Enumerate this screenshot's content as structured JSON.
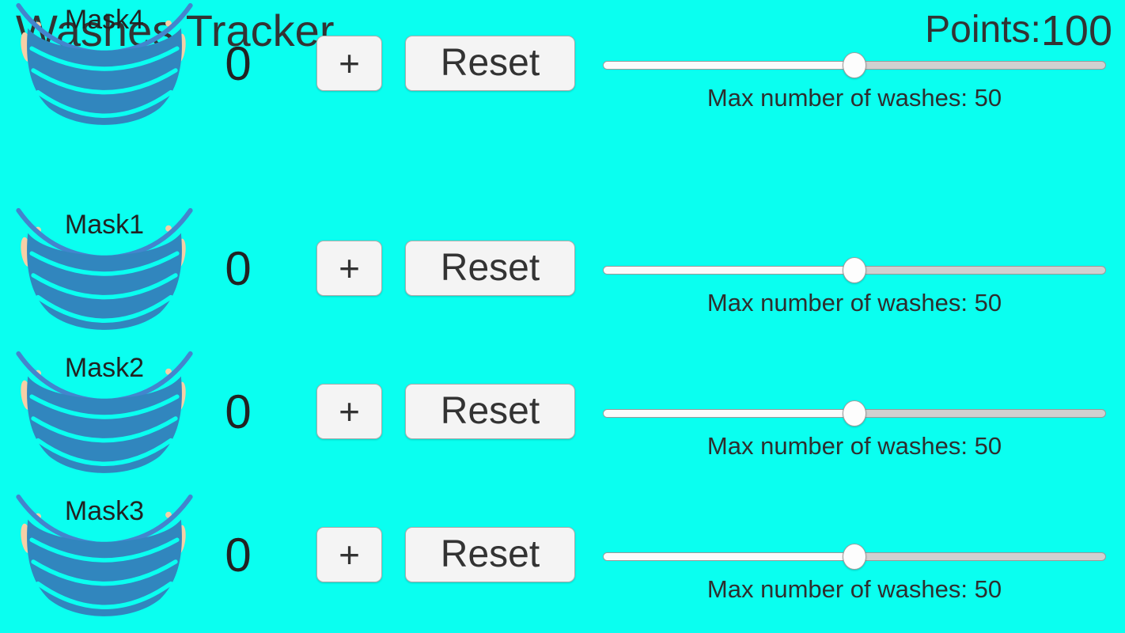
{
  "header": {
    "title": "Washes Tracker",
    "points_label": "Points:",
    "points_value": "100"
  },
  "rows": [
    {
      "mask_label": "Mask1",
      "count": "0",
      "plus_label": "+",
      "reset_label": "Reset",
      "max_label": "Max number of washes: 50",
      "slider": {
        "value": 50,
        "min": 0,
        "max": 100
      }
    },
    {
      "mask_label": "Mask2",
      "count": "0",
      "plus_label": "+",
      "reset_label": "Reset",
      "max_label": "Max number of washes: 50",
      "slider": {
        "value": 50,
        "min": 0,
        "max": 100
      }
    },
    {
      "mask_label": "Mask3",
      "count": "0",
      "plus_label": "+",
      "reset_label": "Reset",
      "max_label": "Max number of washes: 50",
      "slider": {
        "value": 50,
        "min": 0,
        "max": 100
      }
    },
    {
      "mask_label": "Mask4",
      "count": "0",
      "plus_label": "+",
      "reset_label": "Reset",
      "max_label": "Max number of washes: 50",
      "slider": {
        "value": 50,
        "min": 0,
        "max": 100
      }
    }
  ],
  "colors": {
    "background": "#0AFFF0",
    "text": "#333333",
    "mask_body": "#3186BE",
    "mask_strap": "#4385CD",
    "mask_skin": "#F6CFA6",
    "button_bg": "#F4F4F4",
    "button_border": "#ABABAB",
    "button_text": "#333333",
    "slider_fill_left": "#FBFBFB",
    "slider_track_right": "#D0D0D0",
    "slider_border": "#999999",
    "slider_thumb": "#FDFDFD"
  }
}
